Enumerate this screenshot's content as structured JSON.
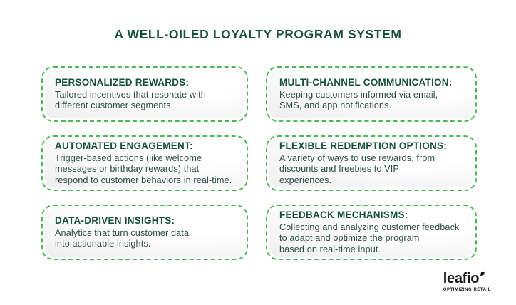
{
  "title": "A WELL-OILED LOYALTY PROGRAM SYSTEM",
  "cards": [
    {
      "heading": "PERSONALIZED REWARDS:",
      "body": "Tailored incentives that resonate with\ndifferent customer segments."
    },
    {
      "heading": "MULTI-CHANNEL COMMUNICATION:",
      "body": "Keeping customers informed via email,\nSMS, and app notifications."
    },
    {
      "heading": "AUTOMATED ENGAGEMENT:",
      "body": "Trigger-based actions (like welcome\nmessages or birthday rewards) that\nrespond to customer behaviors in real-time."
    },
    {
      "heading": "FLEXIBLE REDEMPTION OPTIONS:",
      "body": "A variety of ways to use rewards, from\ndiscounts and freebies to VIP\nexperiences."
    },
    {
      "heading": "DATA-DRIVEN INSIGHTS:",
      "body": "Analytics that turn customer data\ninto actionable insights."
    },
    {
      "heading": "FEEDBACK MECHANISMS:",
      "body": "Collecting and analyzing customer feedback\nto adapt and optimize the program\nbased on real-time input."
    }
  ],
  "logo": {
    "wordmark": "leafio",
    "tagline": "OPTIMIZING RETAIL"
  },
  "colors": {
    "title_green": "#17503c",
    "body_text_green": "#2e4d42",
    "dashed_border_green": "#4eb857",
    "logo_black": "#161616",
    "page_background": "#ffffff"
  }
}
